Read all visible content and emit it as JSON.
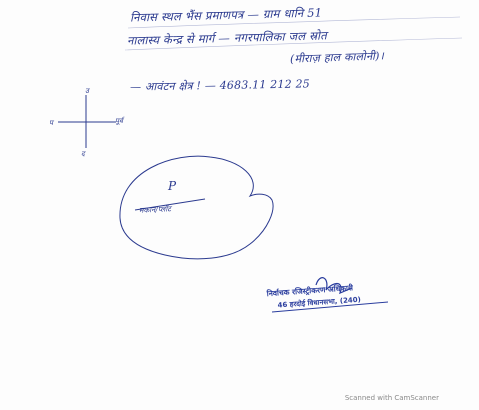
{
  "document": {
    "handwriting": {
      "line1": "निवास स्थल भैंस प्रमाणपत्र — ग्राम धानि 51",
      "line2": "नालास्य केन्द्र से मार्ग — नगरपालिका जल स्रोत",
      "line3": "(मीराज़ हाल कालोनी)।",
      "line4": "— आवंटन क्षेत्र ! — 4683.11 212 25"
    },
    "axis_labels": {
      "north": "उ",
      "east": "पूर्व",
      "west": "प",
      "south": "द"
    },
    "plot": {
      "label_p": "P",
      "label_name": "मकान/प्लॉट"
    },
    "stamp": {
      "line1": "निर्वाचक रजिस्ट्रीकरण अधिकारी",
      "line2": "46 हरदोई विधानसभा, (240)"
    },
    "watermark": "Scanned with CamScanner"
  }
}
